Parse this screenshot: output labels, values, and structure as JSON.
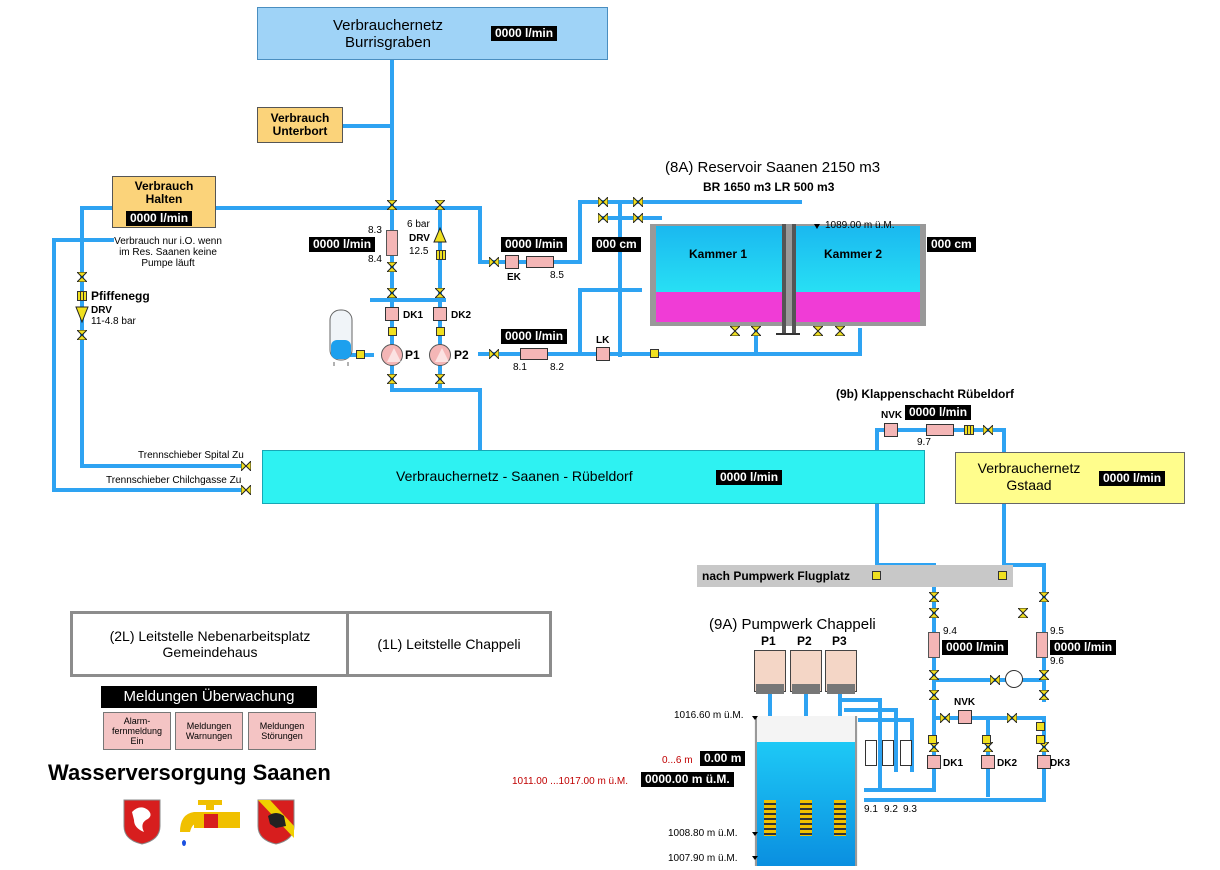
{
  "top": {
    "burrisgraben": {
      "title": "Verbrauchernetz Burrisgraben",
      "value": "0000 l/min"
    },
    "unterbort": {
      "title": "Verbrauch Unterbort"
    },
    "halten": {
      "title": "Verbrauch Halten",
      "value": "0000 l/min",
      "note": "Verbrauch nur i.O. wenn im Res. Saanen keine Pumpe läuft"
    }
  },
  "pfiffenegg": {
    "label": "Pfiffenegg",
    "drv": "DRV",
    "range": "11-4.8 bar"
  },
  "pumping_left": {
    "flow_value": "0000 l/min",
    "l83": "8.3",
    "l84": "8.4",
    "drv_bar": "6 bar",
    "drv": "DRV",
    "drv_val": "12.5",
    "dk1": "DK1",
    "dk2": "DK2",
    "p1": "P1",
    "p2": "P2"
  },
  "ek_line": {
    "value": "0000 l/min",
    "ek": "EK",
    "l85": "8.5"
  },
  "lk_line": {
    "value": "0000 l/min",
    "l81": "8.1",
    "l82": "8.2",
    "lk": "LK"
  },
  "reservoir": {
    "title": "(8A) Reservoir Saanen 2150 m3",
    "subtitle": "BR 1650 m3 LR 500 m3",
    "level_left": "000 cm",
    "level_right": "000 cm",
    "elevation": "1089.00 m ü.M.",
    "kammer1": "Kammer 1",
    "kammer2": "Kammer 2"
  },
  "main": {
    "title": "Verbrauchernetz - Saanen - Rübeldorf",
    "value": "0000 l/min",
    "trenn1": "Trennschieber Spital Zu",
    "trenn2": "Trennschieber Chilchgasse Zu"
  },
  "klappenschacht": {
    "title": "(9b) Klappenschacht Rübeldorf",
    "nvk": "NVK",
    "value": "0000 l/min",
    "l97": "9.7"
  },
  "gstaad": {
    "title": "Verbrauchernetz Gstaad",
    "value": "0000 l/min"
  },
  "flugplatz": {
    "label": "nach Pumpwerk Flugplatz"
  },
  "nav": {
    "left": "(2L) Leitstelle Nebenarbeitsplatz Gemeindehaus",
    "right": "(1L) Leitstelle Chappeli"
  },
  "meldungen": {
    "header": "Meldungen Überwachung",
    "buttons": [
      "Alarm-fernmeldung Ein",
      "Meldungen Warnungen",
      "Meldungen Störungen"
    ]
  },
  "footer": {
    "title": "Wasserversorgung Saanen"
  },
  "chappeli": {
    "title": "(9A) Pumpwerk Chappeli",
    "pumps": [
      "P1",
      "P2",
      "P3"
    ],
    "elev_top": "1016.60 m ü.M.",
    "range_label": "0...6 m",
    "level_value": "0.00 m",
    "elev_range": "1011.00 ...1017.00 m ü.M.",
    "elev_value": "0000.00 m ü.M.",
    "elev_low1": "1008.80 m ü.M.",
    "elev_low2": "1007.90 m ü.M.",
    "l91": "9.1",
    "l92": "9.2",
    "l93": "9.3",
    "l94": "9.4",
    "l95": "9.5",
    "l96": "9.6",
    "flow_a": "0000 l/min",
    "flow_b": "0000 l/min",
    "nvk": "NVK",
    "dk1": "DK1",
    "dk2": "DK2",
    "dk3": "DK3"
  },
  "colors": {
    "pipe": "#2ea3f2",
    "box_blue": "#9fd3f7",
    "box_orange": "#fbd37a",
    "main_cyan": "#2ef2f2",
    "gstaad_yellow": "#fffd8c",
    "water": "#29c9f0",
    "sludge": "#f03cd6"
  }
}
